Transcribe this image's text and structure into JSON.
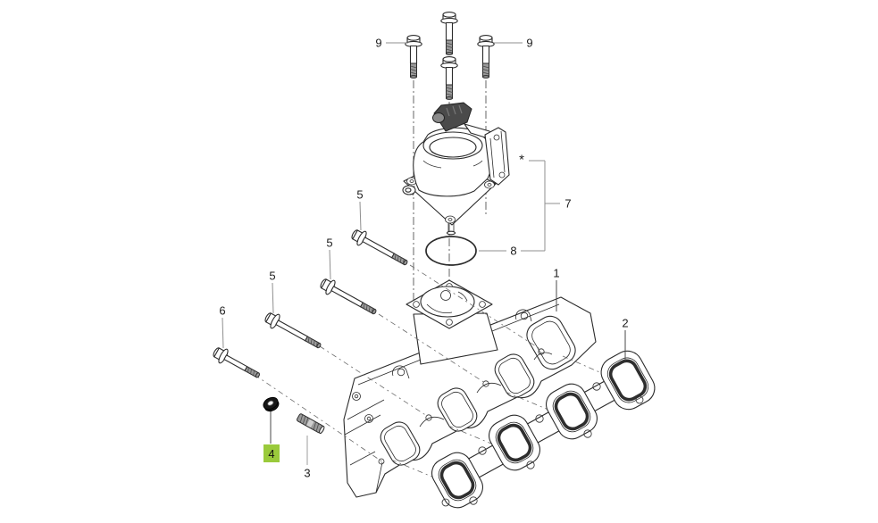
{
  "figure_type": "exploded-parts-diagram",
  "colors": {
    "background": "#ffffff",
    "line": "#2b2b2b",
    "leader": "#8f8f8f",
    "highlight": "#9aca3b",
    "thread_fill": "#9a9a9a",
    "connector_fill": "#4a4a4a"
  },
  "callouts": {
    "part1": "1",
    "part2": "2",
    "part3": "3",
    "part4": "4",
    "part5a": "5",
    "part5b": "5",
    "part5c": "5",
    "part6": "6",
    "part7": "7",
    "part8": "8",
    "part9_left": "9",
    "part9_right": "9",
    "footnote_marker": "*"
  },
  "highlighted_part": "4"
}
